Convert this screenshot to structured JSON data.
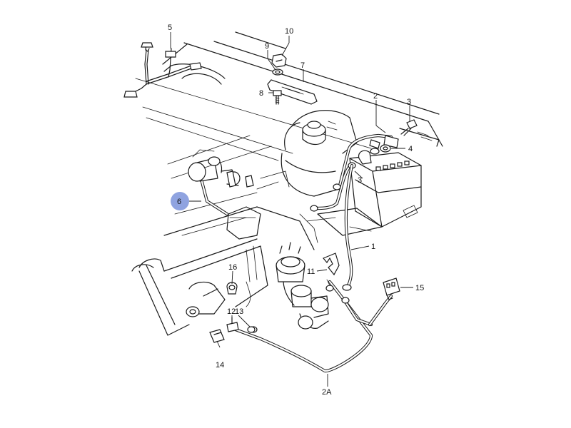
{
  "colors": {
    "line": "#1a1a1a",
    "highlight": "#8fa3e0"
  },
  "callouts": {
    "c1": "1",
    "c2": "2",
    "c2a": "2A",
    "c3": "3",
    "c4": "4",
    "c5": "5",
    "c6": "6",
    "c7": "7",
    "c8": "8",
    "c9": "9",
    "c10": "10",
    "c11": "11",
    "c12": "12",
    "c13": "13",
    "c14": "14",
    "c15": "15",
    "c16": "16"
  }
}
